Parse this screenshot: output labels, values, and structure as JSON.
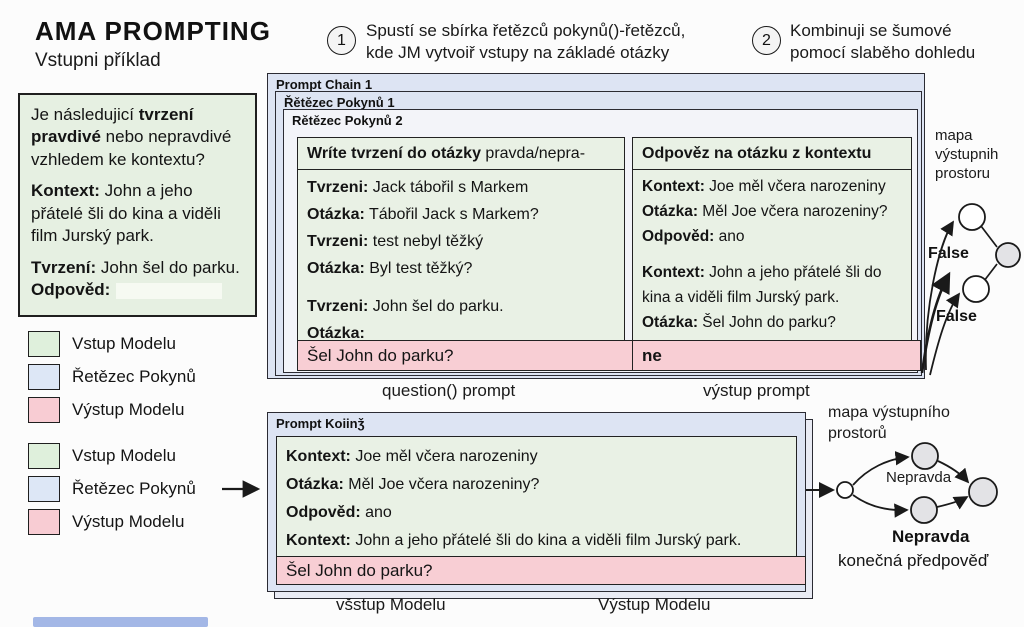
{
  "header": {
    "title": "AMA PROMPTING",
    "subtitle": "Vstupni příklad",
    "step1_num": "1",
    "step1_text": "Spustí se sbírka řetězců pokynů()-řetězců,\nkde JM vytvoiř vstupy na základé otázky",
    "step2_num": "2",
    "step2_text": "Kombinuji se šumové\npomocí slaběho dohledu"
  },
  "input_example": {
    "q_pre": "Je následujicí ",
    "q_bold": "tvrzení pravdivé",
    "q_post": " nebo nepravdivé vzhledem ke kontextu?",
    "kontext_key": "Kontext:",
    "kontext_text": " John a jeho přátelé šli do kina a viděli film Jurský park.",
    "tvrzeni_key": "Tvrzení:",
    "tvrzeni_text": " John šel do parku.",
    "odpoved_key": "Odpověd:"
  },
  "chain_stack": {
    "outer_label": "Prompt Chain 1",
    "mid_label": "Řětězec Pokynů 1",
    "inner_label": "Rětězec Pokynů 2",
    "left_prompt": {
      "title_bold": "Wríte tvrzení do otázky",
      "title_rest": " pravda/nepra-",
      "lines": [
        {
          "key": "Tvrzeni:",
          "text": " Jack tábořil s Markem"
        },
        {
          "key": "Otázka:",
          "text": " Tábořil Jack s Markem?"
        },
        {
          "key": "Tvrzeni:",
          "text": " test nebyl těžký"
        },
        {
          "key": "Otázka:",
          "text": " Byl test těžký?"
        },
        {
          "key": "Tvrzeni:",
          "text": " John šel do parku."
        },
        {
          "key": "Otázka:",
          "text": ""
        }
      ],
      "output": "Šel John do parku?",
      "caption": "question() prompt"
    },
    "right_prompt": {
      "title_bold": "Odpověz na otázku z kontextu",
      "lines": [
        {
          "key": "Kontext:",
          "text": " Joe měl včera narozeniny"
        },
        {
          "key": "Otázka:",
          "text": " Měl Joe včera narozeniny?"
        },
        {
          "key": "Odpověd:",
          "text": " ano"
        },
        {
          "key": "Kontext:",
          "text": " John a jeho přátelé šli do kina a viděli film Jurský park."
        },
        {
          "key": "Otázka:",
          "text": " Šel John do parku?"
        }
      ],
      "output": "ne",
      "caption": "výstup prompt"
    }
  },
  "legend1": {
    "items": [
      {
        "label": "Vstup Modelu",
        "color": "#dff0dc"
      },
      {
        "label": "Řetězec Pokynů",
        "color": "#dde7f6"
      },
      {
        "label": "Výstup Modelu",
        "color": "#f8ccd3"
      }
    ]
  },
  "legend2": {
    "items": [
      {
        "label": "Vstup Modelu",
        "color": "#dff0dc"
      },
      {
        "label": "Řetězec Pokynů",
        "color": "#dde7f6"
      },
      {
        "label": "Výstup Modelu",
        "color": "#f8ccd3"
      }
    ]
  },
  "map_top": {
    "title": "mapa\nvýstupnih\nprostoru",
    "label_false_1": "False",
    "label_false_2": "False"
  },
  "final_prompt": {
    "header": "Prompt Koiinǯ",
    "lines": [
      {
        "key": "Kontext:",
        "text": " Joe měl včera narozeniny"
      },
      {
        "key": "Otázka:",
        "text": " Měl Joe včera narozeniny?"
      },
      {
        "key": "Odpověd:",
        "text": " ano"
      },
      {
        "key": "Kontext:",
        "text": " John a jeho přátelé šli do kina a viděli film Jurský park."
      }
    ],
    "output": "Šel John do parku?",
    "caption_left": "všstup Modelu",
    "caption_right": "Výstup Modelu"
  },
  "map_bottom": {
    "title": "mapa výstupního\nprostorů",
    "node_label": "Nepravda",
    "final_label": "Nepravda",
    "final_caption": "konečná předpověď"
  },
  "colors": {
    "model_input_green": "#e6f0e2",
    "prompt_chain_blue": "#dde4f3",
    "model_output_pink": "#f8ced4",
    "node_gray": "#e3e3e6",
    "bottom_bar_blue": "#a3b7e6"
  }
}
